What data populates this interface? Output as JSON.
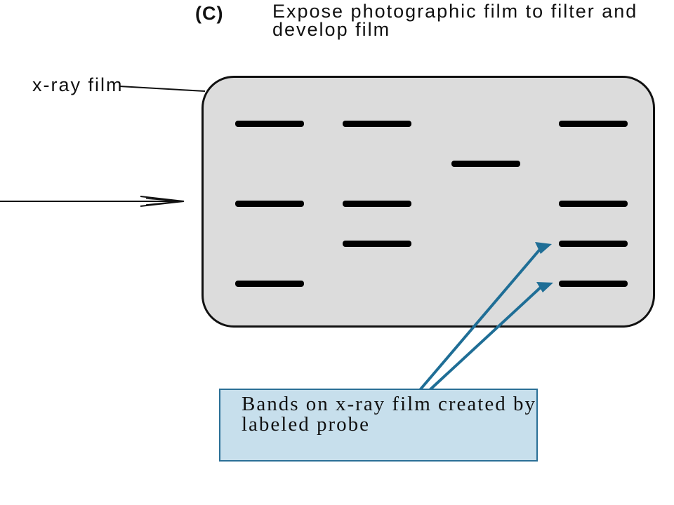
{
  "step": {
    "letter": "(C)",
    "description": "Expose photographic film to filter and develop film"
  },
  "film_label": "x-ray film",
  "callout": {
    "text": "Bands on x-ray film created by labeled probe"
  },
  "film": {
    "lanes": [
      {
        "bands": [
          "row1",
          "row3",
          "row5"
        ]
      },
      {
        "bands": [
          "row1",
          "row3",
          "row4"
        ]
      },
      {
        "bands": [
          "row2"
        ]
      },
      {
        "bands": [
          "row1",
          "row3",
          "row4",
          "row5"
        ]
      }
    ]
  },
  "colors": {
    "film": "#dcdcdc",
    "band": "#000000",
    "callout_fill": "#c7dfec",
    "callout_arrow": "#1f6e96"
  },
  "icons": [
    "arrow-right-icon",
    "leader-line",
    "callout-arrow-icon"
  ]
}
